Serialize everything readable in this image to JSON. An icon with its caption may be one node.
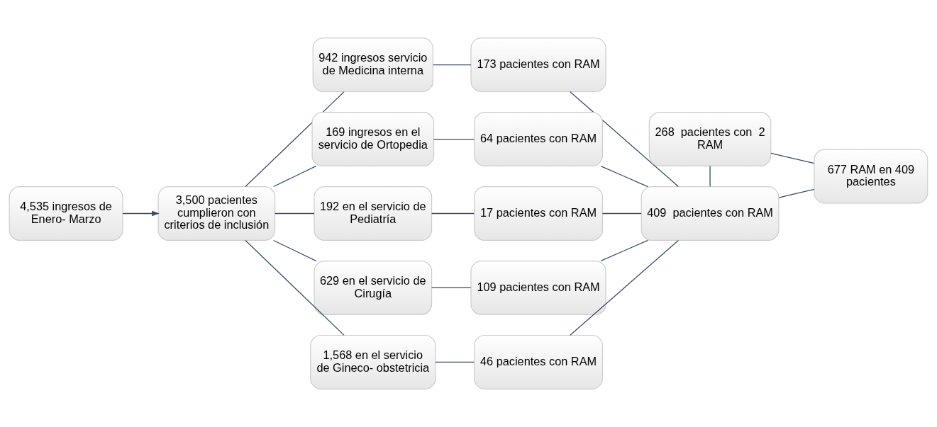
{
  "diagram": {
    "nodes": [
      {
        "text": [
          "4,535 ingresos de Enero- Marzo"
        ]
      },
      {
        "text": [
          "3,500 pacientes cumplieron con criterios de inclusión"
        ]
      },
      {
        "text": [
          "942 ingresos servicio de Medicina interna"
        ]
      },
      {
        "text": [
          "173 pacientes con RAM"
        ]
      },
      {
        "text": [
          "169 ingresos en el servicio de Ortopedia"
        ]
      },
      {
        "text": [
          "64 pacientes con RAM"
        ]
      },
      {
        "text": [
          "192 en el servicio de Pediatría"
        ]
      },
      {
        "text": [
          "17 pacientes con RAM"
        ]
      },
      {
        "text": [
          "629 en el servicio de Cirugía"
        ]
      },
      {
        "text": [
          "109 pacientes con RAM"
        ]
      },
      {
        "text": [
          "1,568 en el servicio de Gineco- obstetricia"
        ]
      },
      {
        "text": [
          "46 pacientes con RAM"
        ]
      },
      {
        "text": [
          "268  pacientes con  2 RAM"
        ]
      },
      {
        "text": [
          "409  pacientes con RAM"
        ]
      },
      {
        "text": [
          "677 RAM en 409 pacientes"
        ]
      }
    ],
    "edges": [
      {
        "from": 0,
        "to": 1,
        "arrow": "to"
      },
      {
        "from": 1,
        "to": 2,
        "arrow": "none"
      },
      {
        "from": 1,
        "to": 4,
        "arrow": "none"
      },
      {
        "from": 1,
        "to": 6,
        "arrow": "none"
      },
      {
        "from": 1,
        "to": 8,
        "arrow": "none"
      },
      {
        "from": 1,
        "to": 10,
        "arrow": "none"
      },
      {
        "from": 2,
        "to": 3,
        "arrow": "none"
      },
      {
        "from": 4,
        "to": 5,
        "arrow": "none"
      },
      {
        "from": 6,
        "to": 7,
        "arrow": "none"
      },
      {
        "from": 8,
        "to": 9,
        "arrow": "none"
      },
      {
        "from": 10,
        "to": 11,
        "arrow": "none"
      },
      {
        "from": 3,
        "to": 13,
        "arrow": "none"
      },
      {
        "from": 5,
        "to": 13,
        "arrow": "none"
      },
      {
        "from": 7,
        "to": 13,
        "arrow": "none"
      },
      {
        "from": 9,
        "to": 13,
        "arrow": "none"
      },
      {
        "from": 11,
        "to": 13,
        "arrow": "none"
      },
      {
        "from": 12,
        "to": 13,
        "arrow": "none"
      },
      {
        "from": 12,
        "to": 14,
        "arrow": "none"
      },
      {
        "from": 13,
        "to": 14,
        "arrow": "none"
      }
    ]
  }
}
